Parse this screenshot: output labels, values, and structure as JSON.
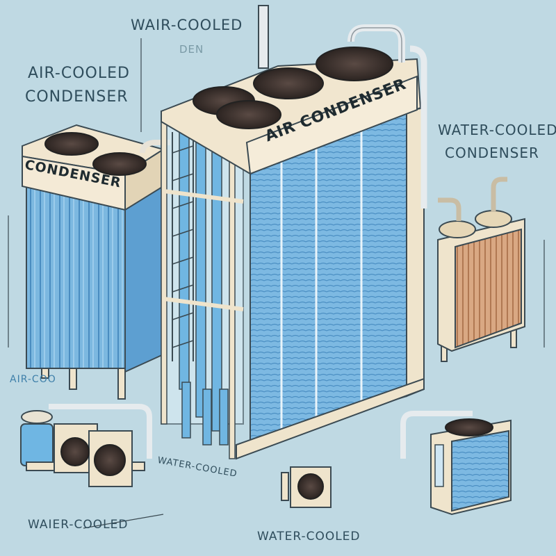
{
  "labels": {
    "top_center": "WAIR-COOLED",
    "top_faint": "DEN",
    "left_line1": "AIR-COOLED",
    "left_line2": "CONDENSER",
    "right_line1": "WATER-COOLED",
    "right_line2": "CONDENSER",
    "left_unit_sign": "CONDENSER",
    "main_unit_sign": "AIR CONDENSER",
    "bottom_left_upper": "AIR-COO",
    "bottom_left_lower": "WAIER-COOLED",
    "middle_small": "WATER-COOLED",
    "bottom_center": "WATER-COOLED"
  },
  "colors": {
    "background": "#bfd9e3",
    "casing": "#f1e6cf",
    "coil": "#6fb1dd",
    "copper_coil": "#c7906a",
    "outline": "#3b4a52"
  }
}
